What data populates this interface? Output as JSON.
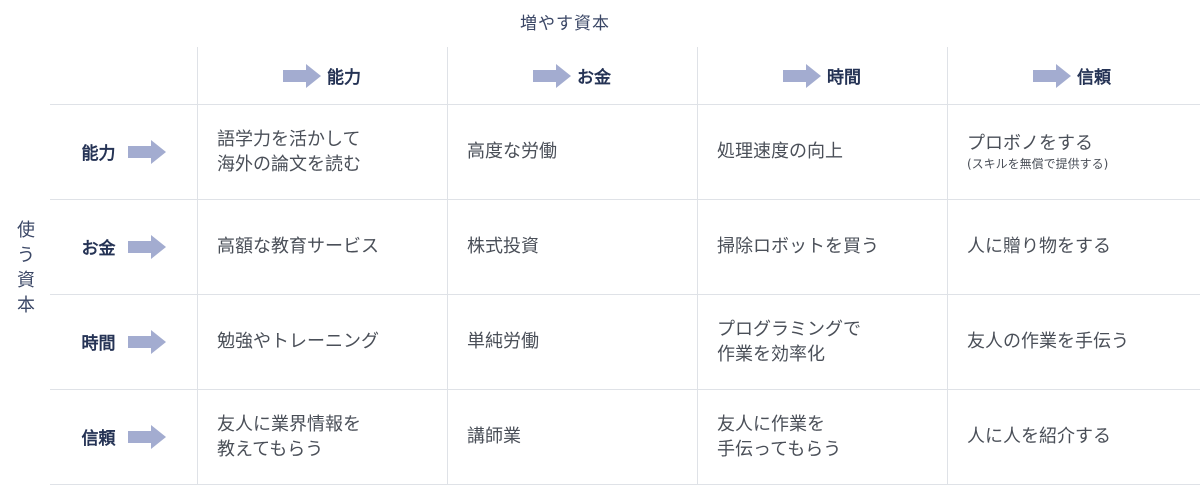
{
  "colors": {
    "arrow": "#a3acd0",
    "header_text": "#253355",
    "grid": "#dfe2e7"
  },
  "top_title": "増やす資本",
  "side_title": [
    "使",
    "う",
    "資",
    "本"
  ],
  "columns": [
    "能力",
    "お金",
    "時間",
    "信頼"
  ],
  "rows": [
    {
      "label": "能力",
      "cells": [
        {
          "lines": [
            "語学力を活かして",
            "海外の論文を読む"
          ]
        },
        {
          "lines": [
            "高度な労働"
          ]
        },
        {
          "lines": [
            "処理速度の向上"
          ]
        },
        {
          "lines": [
            "プロボノをする"
          ],
          "note": "(スキルを無償で提供する)"
        }
      ]
    },
    {
      "label": "お金",
      "cells": [
        {
          "lines": [
            "高額な教育サービス"
          ]
        },
        {
          "lines": [
            "株式投資"
          ]
        },
        {
          "lines": [
            "掃除ロボットを買う"
          ]
        },
        {
          "lines": [
            "人に贈り物をする"
          ]
        }
      ]
    },
    {
      "label": "時間",
      "cells": [
        {
          "lines": [
            "勉強やトレーニング"
          ]
        },
        {
          "lines": [
            "単純労働"
          ]
        },
        {
          "lines": [
            "プログラミングで",
            "作業を効率化"
          ]
        },
        {
          "lines": [
            "友人の作業を手伝う"
          ]
        }
      ]
    },
    {
      "label": "信頼",
      "cells": [
        {
          "lines": [
            "友人に業界情報を",
            "教えてもらう"
          ]
        },
        {
          "lines": [
            "講師業"
          ]
        },
        {
          "lines": [
            "友人に作業を",
            "手伝ってもらう"
          ]
        },
        {
          "lines": [
            "人に人を紹介する"
          ]
        }
      ]
    }
  ]
}
